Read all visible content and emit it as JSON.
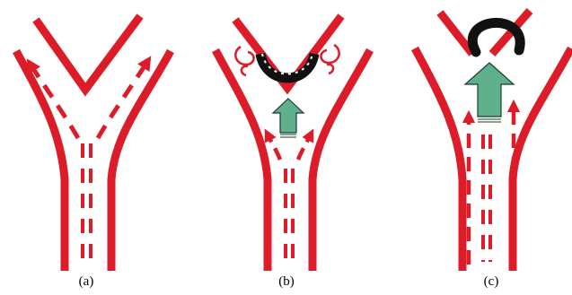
{
  "figure": {
    "panels": [
      {
        "id": "a",
        "label": "(a)"
      },
      {
        "id": "b",
        "label": "(b)"
      },
      {
        "id": "c",
        "label": "(c)"
      }
    ],
    "colors": {
      "channel": "#dd1c2a",
      "arrow": "#5fb08c",
      "arrow_outline": "#1b3c2a",
      "blockage": "#111111",
      "background": "#ffffff"
    },
    "icons": {
      "flow_arrow": "dashed-up-arrow",
      "force_arrow": "green-up-arrow",
      "blockage": "black-arc-clot"
    }
  }
}
